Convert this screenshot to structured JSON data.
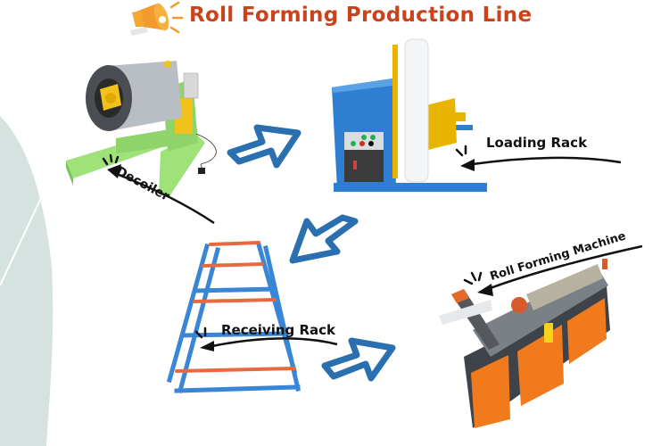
{
  "header": {
    "title": "Roll Forming Production Line",
    "icon": "megaphone-icon"
  },
  "colors": {
    "title": "#c9431d",
    "arrow": "#2a6fb0",
    "background_shape": "#d5e2e0",
    "decoiler_frame": "#9fe27a",
    "loading_rack": "#2e7fd1",
    "roll_machine": "#f07a1c",
    "rack_blue": "#3a86d6",
    "rack_orange": "#e8683f"
  },
  "stations": [
    {
      "id": "decoiler",
      "label": "Decoiler"
    },
    {
      "id": "loading-rack",
      "label": "Loading Rack"
    },
    {
      "id": "roll-forming-machine",
      "label": "Roll Forming Machine"
    },
    {
      "id": "receiving-rack",
      "label": "Receiving Rack"
    }
  ],
  "flow": [
    "decoiler",
    "loading-rack",
    "receiving-rack",
    "roll-forming-machine"
  ],
  "control_panel": {
    "buttons": [
      "green",
      "green",
      "green",
      "red",
      "black"
    ]
  }
}
